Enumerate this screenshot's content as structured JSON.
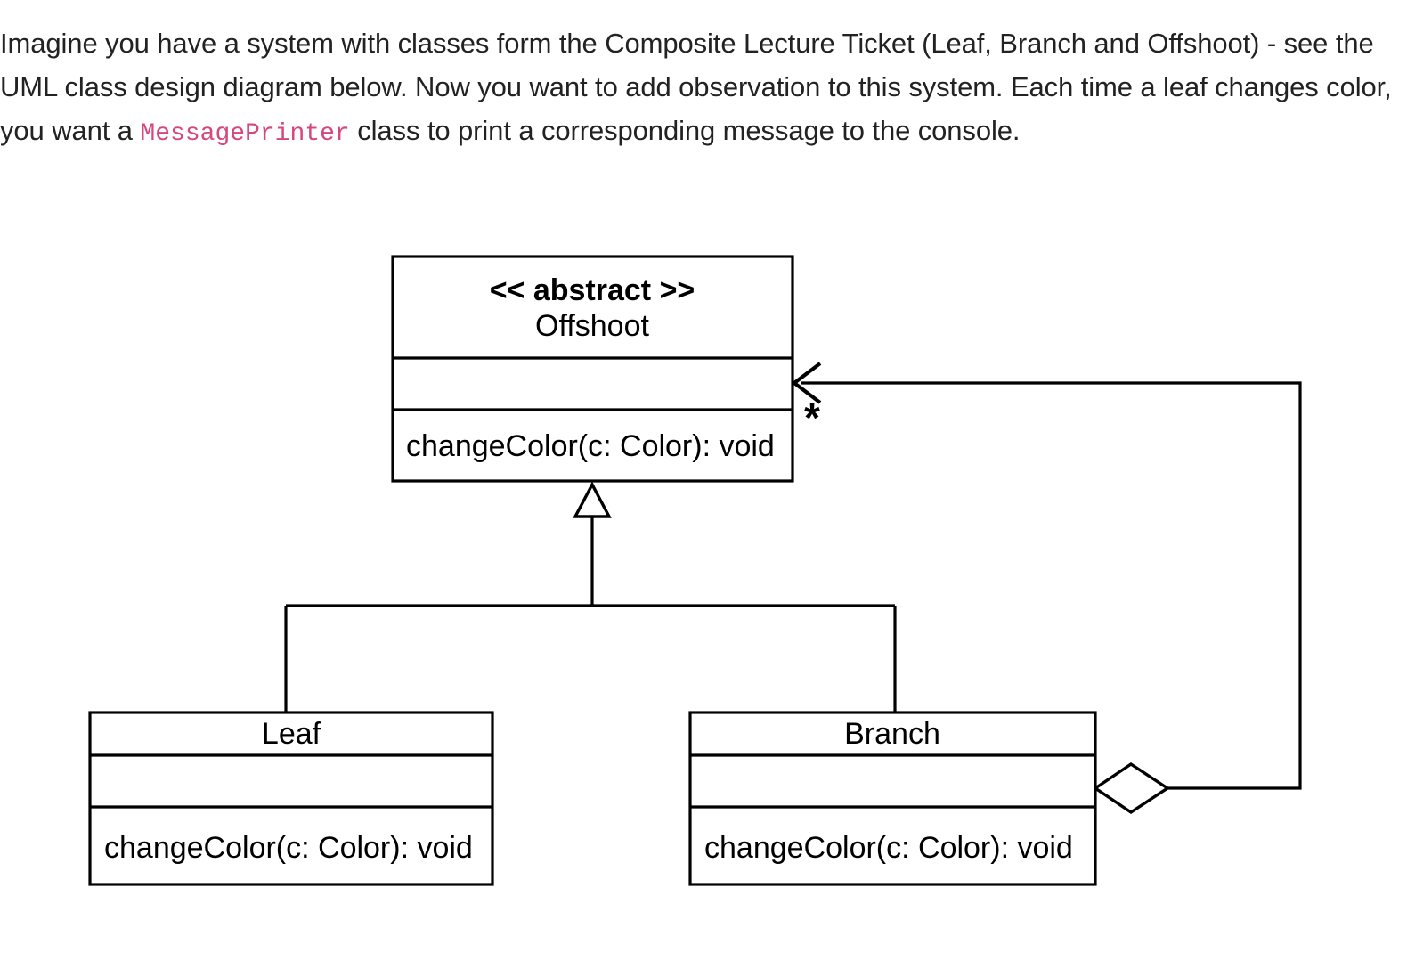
{
  "prompt": {
    "segment_1": "Imagine you have a system with classes form the Composite Lecture Ticket (Leaf, Branch and Offshoot) - see the UML class design diagram below. Now you want to add observation to this system. Each time a leaf changes color, you want a ",
    "code_term": "MessagePrinter",
    "segment_2": " class to print a corresponding message to the console."
  },
  "diagram": {
    "classes": [
      {
        "id": "offshoot",
        "stereotype": "<< abstract >>",
        "name": "Offshoot",
        "attributes": [],
        "methods": [
          "changeColor(c: Color): void"
        ]
      },
      {
        "id": "leaf",
        "stereotype": "",
        "name": "Leaf",
        "attributes": [],
        "methods": [
          "changeColor(c: Color): void"
        ]
      },
      {
        "id": "branch",
        "stereotype": "",
        "name": "Branch",
        "attributes": [],
        "methods": [
          "changeColor(c: Color): void"
        ]
      }
    ],
    "relations": [
      {
        "id": "leaf-inherits-offshoot",
        "type": "generalization",
        "from": "Leaf",
        "to": "Offshoot",
        "label": ""
      },
      {
        "id": "branch-inherits-offshoot",
        "type": "generalization",
        "from": "Branch",
        "to": "Offshoot",
        "label": ""
      },
      {
        "id": "branch-aggregates-offshoot",
        "type": "aggregation",
        "from": "Branch",
        "to": "Offshoot",
        "label": "*"
      }
    ],
    "multiplicity_star": "*"
  },
  "colors": {
    "background": "#ffffff",
    "text": "#222222",
    "code_accent": "#d6477f",
    "diagram_line": "#000000",
    "box_fill": "#ffffff"
  }
}
